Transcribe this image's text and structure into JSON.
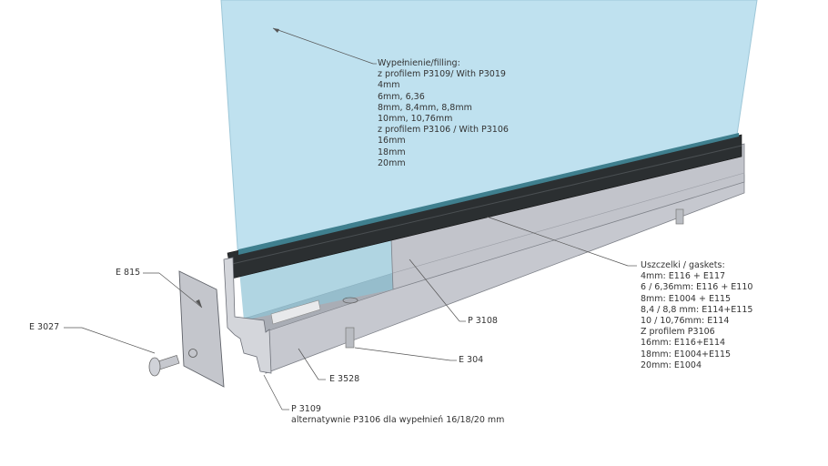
{
  "filling": {
    "title": "Wypełnienie/filling:",
    "lines": [
      "z profilem P3109/ With P3019",
      "4mm",
      "6mm, 6,36",
      "8mm, 8,4mm, 8,8mm",
      "10mm, 10,76mm",
      "z profilem P3106 / With P3106",
      "16mm",
      "18mm",
      "20mm"
    ]
  },
  "gaskets": {
    "title": "Uszczelki / gaskets:",
    "lines": [
      "4mm: E116 + E117",
      "6 / 6,36mm: E116 + E110",
      "8mm: E1004 + E115",
      "8,4 / 8,8 mm: E114+E115",
      "10 / 10,76mm: E114",
      "Z profilem P3106",
      "16mm: E116+E114",
      "18mm: E1004+E115",
      "20mm: E1004"
    ]
  },
  "parts": {
    "e815": "E 815",
    "e3027": "E 3027",
    "p3108": "P 3108",
    "e304": "E 304",
    "e3528": "E 3528",
    "p3109": "P 3109",
    "p3109_note": "alternatywnie P3106 dla wypełnień 16/18/20 mm"
  },
  "colors": {
    "glass": "#bfe1ef",
    "gasket": "#2b2f31",
    "aluminium": "#c9cbd1"
  }
}
